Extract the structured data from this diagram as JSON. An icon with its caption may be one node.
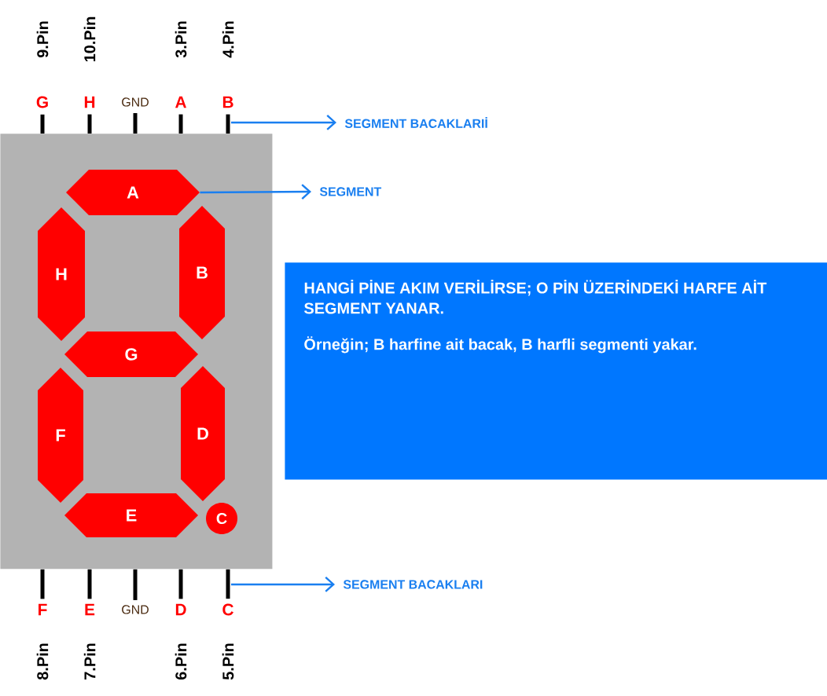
{
  "diagram": {
    "nodes": [
      {
        "text": [],
        "shape": "box"
      },
      {
        "text": [
          "A"
        ],
        "in": 0
      },
      {
        "text": [
          "H"
        ],
        "in": 0
      },
      {
        "text": [
          "B"
        ],
        "in": 0
      },
      {
        "text": [
          "G"
        ],
        "in": 0
      },
      {
        "text": [
          "F"
        ],
        "in": 0
      },
      {
        "text": [
          "D"
        ],
        "in": 0
      },
      {
        "text": [
          "E"
        ],
        "in": 0
      },
      {
        "text": [
          "C"
        ],
        "in": 0
      },
      {
        "text": [
          "G"
        ],
        "beside": [
          "9.Pin"
        ]
      },
      {
        "text": [
          "H"
        ],
        "beside": [
          "10.Pin"
        ]
      },
      {
        "text": [
          "GND"
        ]
      },
      {
        "text": [
          "A"
        ],
        "beside": [
          "3.Pin"
        ]
      },
      {
        "text": [
          "B"
        ],
        "beside": [
          "4.Pin"
        ]
      },
      {
        "text": [
          "F"
        ],
        "beside": [
          "8.Pin"
        ]
      },
      {
        "text": [
          "E"
        ],
        "beside": [
          "7.Pin"
        ]
      },
      {
        "text": [
          "GND"
        ]
      },
      {
        "text": [
          "D"
        ],
        "beside": [
          "6.Pin"
        ]
      },
      {
        "text": [
          "C"
        ],
        "beside": [
          "5.Pin"
        ]
      },
      {
        "text": [
          "SEGMENT BACAKLARIİ"
        ]
      },
      {
        "text": [
          "SEGMENT"
        ]
      },
      {
        "text": [
          "HANGİ PİNE AKIM VERİLİRSE; O PİN ÜZERİNDEKİ HARFE AİT SEGMENT YANAR.",
          "Örneğin; B harfine ait bacak, B harfli segmenti yakar."
        ]
      },
      {
        "text": [
          "SEGMENT BACAKLARI"
        ]
      }
    ],
    "edges": [
      {
        "from": 0,
        "to": 9,
        "arrow": "none"
      },
      {
        "from": 0,
        "to": 10,
        "arrow": "none"
      },
      {
        "from": 0,
        "to": 11,
        "arrow": "none"
      },
      {
        "from": 0,
        "to": 12,
        "arrow": "none"
      },
      {
        "from": 0,
        "to": 13,
        "arrow": "none"
      },
      {
        "from": 0,
        "to": 14,
        "arrow": "none"
      },
      {
        "from": 0,
        "to": 15,
        "arrow": "none"
      },
      {
        "from": 0,
        "to": 16,
        "arrow": "none"
      },
      {
        "from": 0,
        "to": 17,
        "arrow": "none"
      },
      {
        "from": 0,
        "to": 18,
        "arrow": "none"
      },
      {
        "from": 13,
        "to": 19,
        "arrow": "to",
        "color": "#1a7ff0"
      },
      {
        "from": 1,
        "to": 20,
        "arrow": "to",
        "color": "#1a7ff0"
      },
      {
        "from": 18,
        "to": 22,
        "arrow": "to",
        "color": "#1a7ff0"
      }
    ]
  }
}
